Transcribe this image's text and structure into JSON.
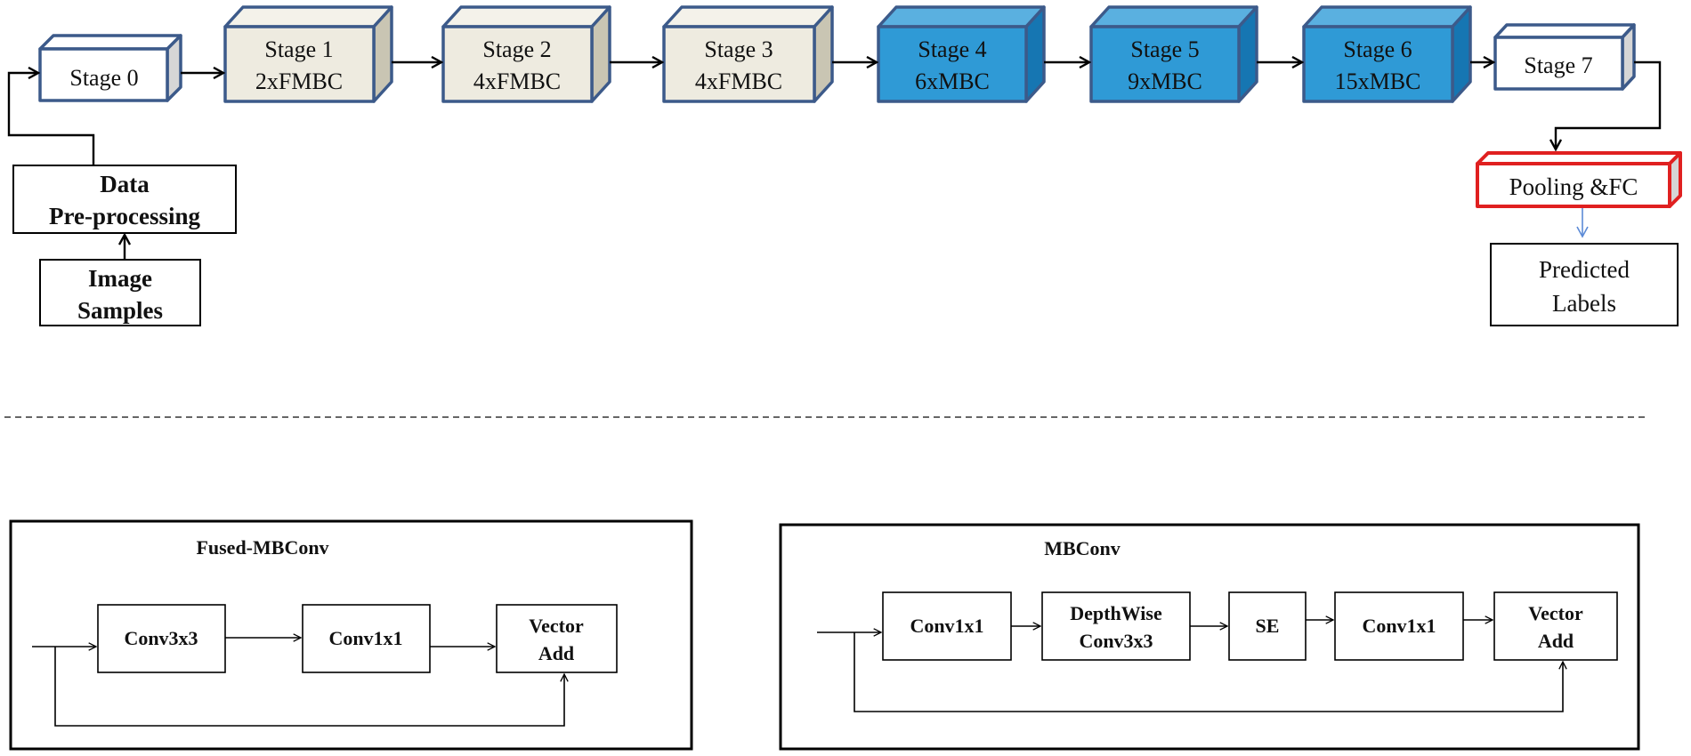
{
  "colors": {
    "beige_face": "#eeebe0",
    "beige_top": "#f4f2ea",
    "beige_side": "#c9c5b3",
    "blue_face": "#2f9ad6",
    "blue_top": "#5ab0e0",
    "blue_side": "#1676b2",
    "white_face": "#ffffff",
    "white_side": "#d6d6d6",
    "stage_border": "#3c5a8a",
    "pool_border": "#e02020",
    "pool_arrow": "#5b8ad6",
    "line": "#000000"
  },
  "stages": [
    {
      "line1": "Stage 0",
      "line2": "",
      "style": "white"
    },
    {
      "line1": "Stage 1",
      "line2": "2xFMBC",
      "style": "beige"
    },
    {
      "line1": "Stage 2",
      "line2": "4xFMBC",
      "style": "beige"
    },
    {
      "line1": "Stage 3",
      "line2": "4xFMBC",
      "style": "beige"
    },
    {
      "line1": "Stage 4",
      "line2": "6xMBC",
      "style": "blue"
    },
    {
      "line1": "Stage 5",
      "line2": "9xMBC",
      "style": "blue"
    },
    {
      "line1": "Stage 6",
      "line2": "15xMBC",
      "style": "blue"
    },
    {
      "line1": "Stage 7",
      "line2": "",
      "style": "white"
    }
  ],
  "preprocessing": {
    "line1": "Data",
    "line2": "Pre-processing"
  },
  "image_samples": {
    "line1": "Image",
    "line2": "Samples"
  },
  "pooling": {
    "label": "Pooling &FC"
  },
  "predicted": {
    "line1": "Predicted",
    "line2": "Labels"
  },
  "fused_mbconv": {
    "title": "Fused-MBConv",
    "blocks": [
      {
        "line1": "Conv3x3",
        "line2": ""
      },
      {
        "line1": "Conv1x1",
        "line2": ""
      },
      {
        "line1": "Vector",
        "line2": "Add"
      }
    ]
  },
  "mbconv": {
    "title": "MBConv",
    "blocks": [
      {
        "line1": "Conv1x1",
        "line2": ""
      },
      {
        "line1": "DepthWise",
        "line2": "Conv3x3"
      },
      {
        "line1": "SE",
        "line2": ""
      },
      {
        "line1": "Conv1x1",
        "line2": ""
      },
      {
        "line1": "Vector",
        "line2": "Add"
      }
    ]
  }
}
